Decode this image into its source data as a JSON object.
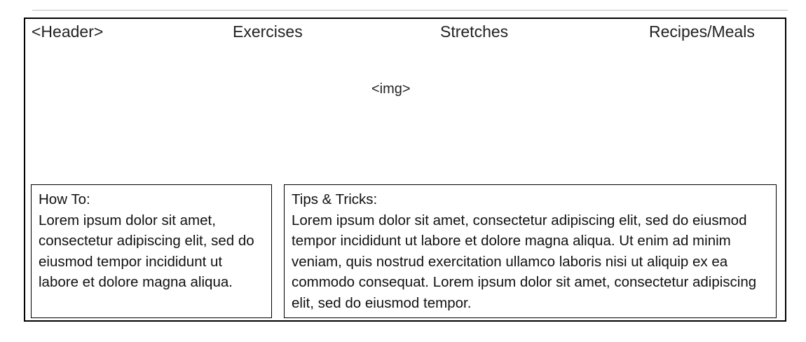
{
  "nav": {
    "header": "<Header>",
    "items": [
      {
        "label": "Exercises"
      },
      {
        "label": "Stretches"
      },
      {
        "label": "Recipes/Meals"
      }
    ]
  },
  "image_placeholder": "<img>",
  "how_to": {
    "title": "How To:",
    "body": "Lorem ipsum dolor sit amet, consectetur adipiscing elit, sed do eiusmod tempor incididunt ut labore et dolore magna aliqua."
  },
  "tips": {
    "title": "Tips & Tricks:",
    "body": "Lorem ipsum dolor sit amet, consectetur adipiscing elit, sed do eiusmod tempor incididunt ut labore et dolore magna aliqua. Ut enim ad minim veniam, quis nostrud exercitation ullamco laboris nisi ut aliquip ex ea commodo consequat. Lorem ipsum dolor sit amet, consectetur adipiscing elit, sed do eiusmod tempor."
  }
}
